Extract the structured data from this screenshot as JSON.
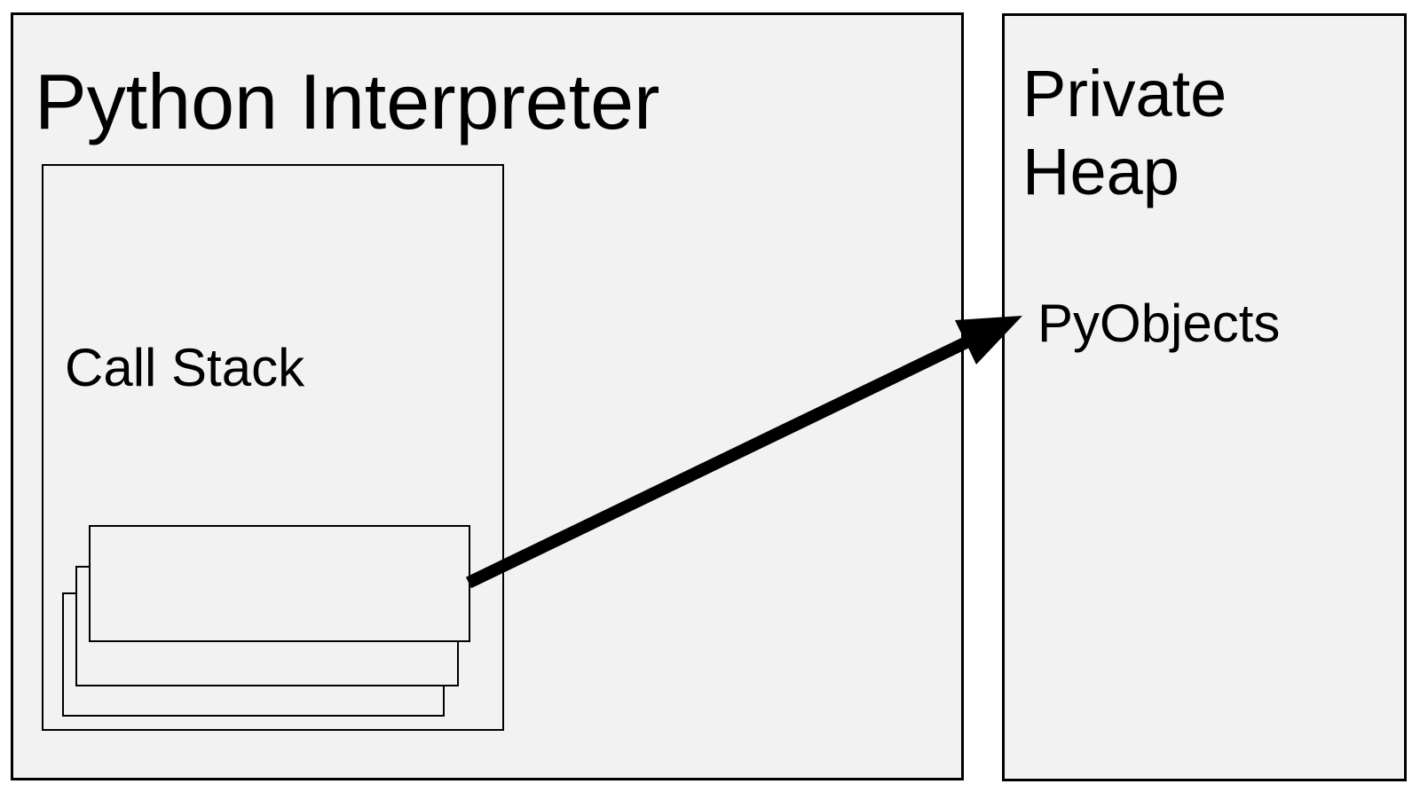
{
  "colors": {
    "background": "#ffffff",
    "box_fill": "#f2f2f2",
    "border": "#000000",
    "arrow": "#000000",
    "text": "#000000"
  },
  "interpreter": {
    "title": "Python Interpreter"
  },
  "call_stack": {
    "label": "Call Stack",
    "stack_frames_visible": 3
  },
  "heap": {
    "title": "Private Heap",
    "objects_label": "PyObjects"
  },
  "arrow": {
    "from": "top stack frame",
    "to": "PyObjects"
  }
}
